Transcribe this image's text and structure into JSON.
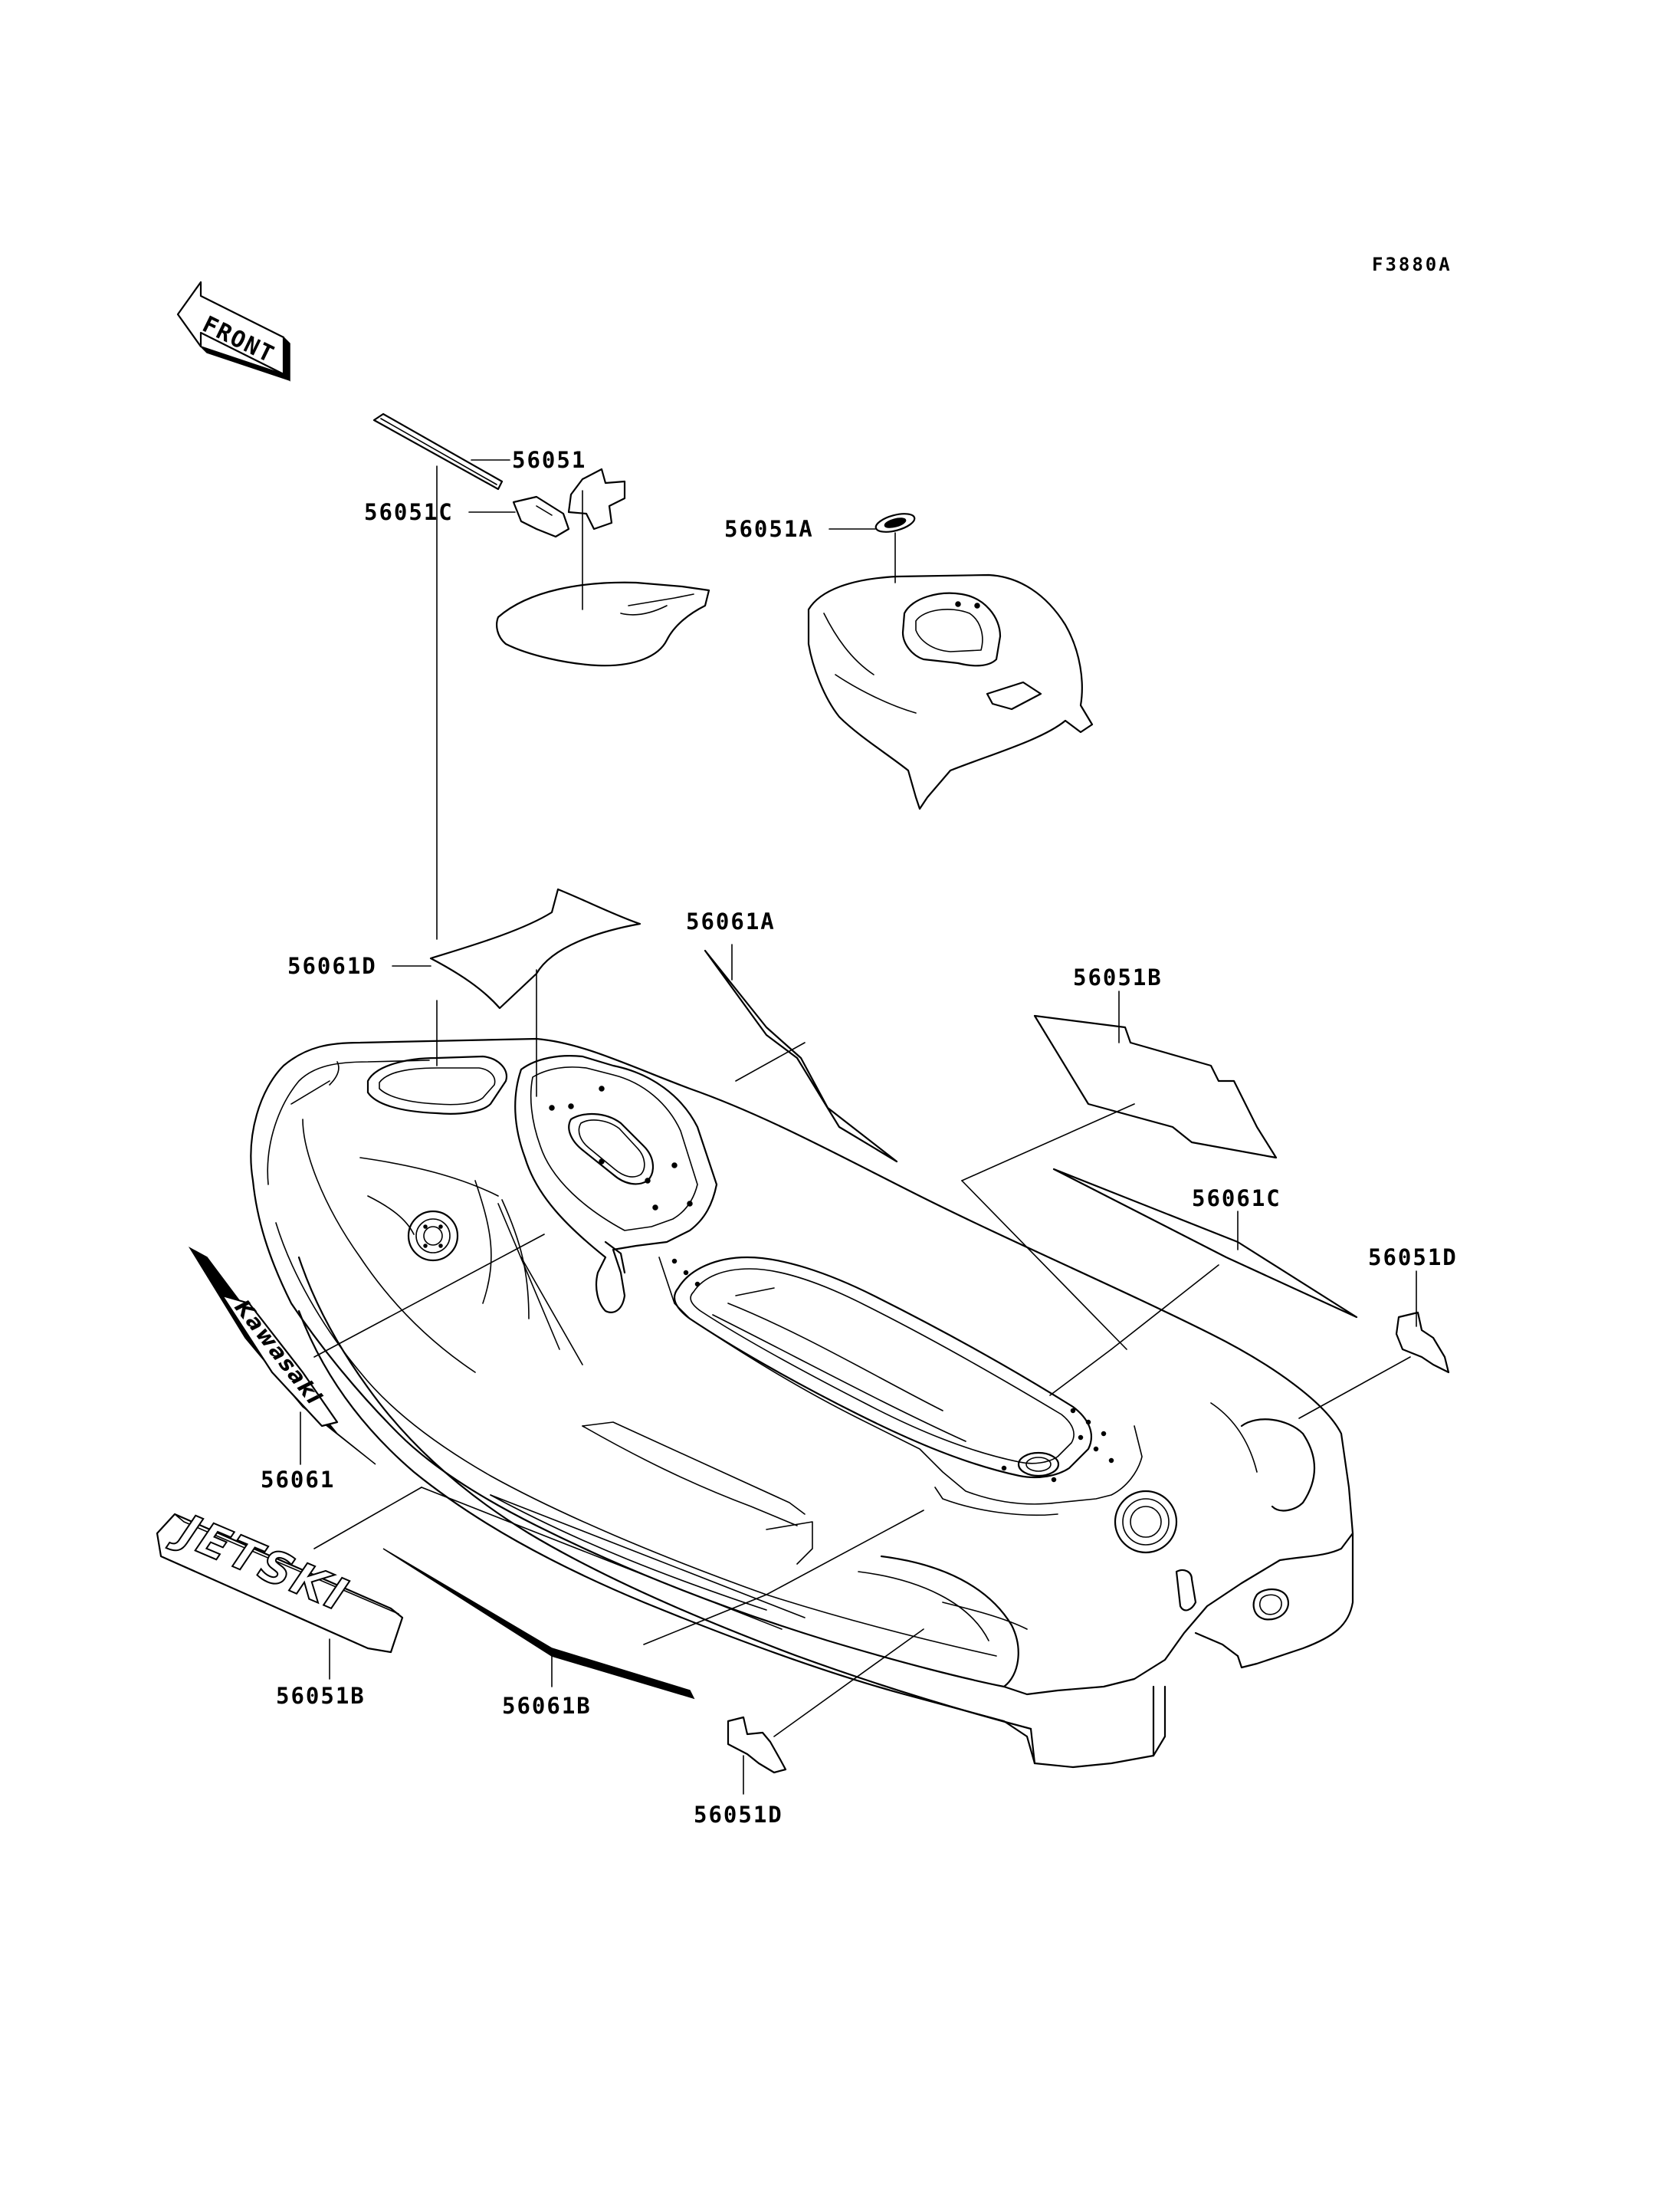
{
  "diagram_id": "F3880A",
  "front_label": "FRONT",
  "callouts": {
    "c_56051C": "56051C",
    "c_56051A": "56051A",
    "c_56051": "56051",
    "c_56061D": "56061D",
    "c_56061A": "56061A",
    "c_56051B_top": "56051B",
    "c_56061C": "56061C",
    "c_56051D_right": "56051D",
    "c_56061": "56061",
    "c_56051B_bottom": "56051B",
    "c_56061B": "56061B",
    "c_56051D_bottom": "56051D"
  },
  "decal_text": {
    "kawasaki": "Kawasaki",
    "jetski": "JETSKI"
  }
}
